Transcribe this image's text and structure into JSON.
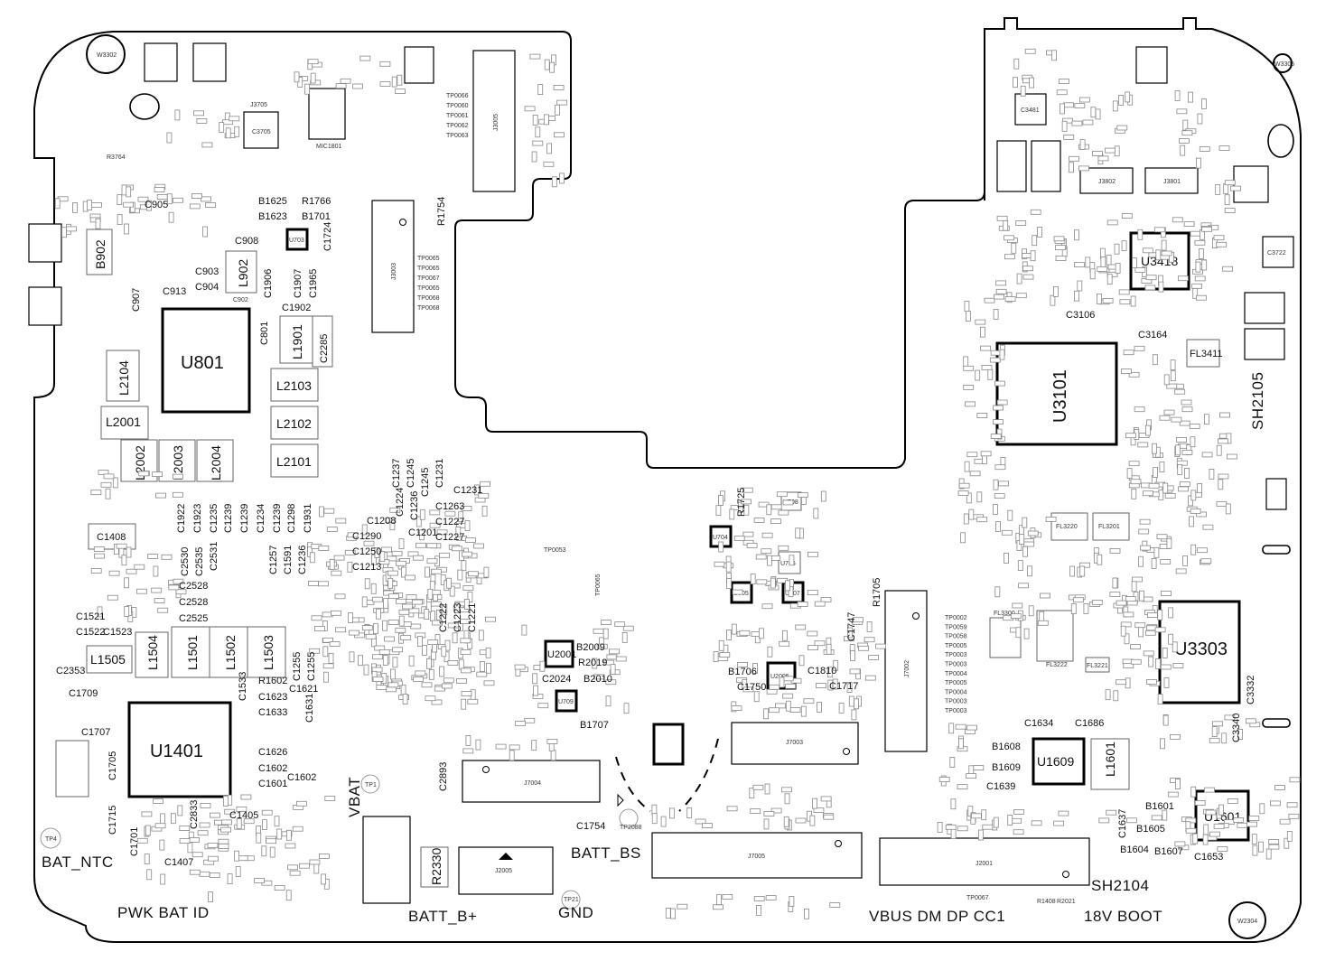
{
  "chips": {
    "u801": "U801",
    "u1401": "U1401",
    "u3101": "U3101",
    "u3303": "U3303",
    "u3418": "U3418",
    "u1609": "U1609",
    "u1601": "U1601",
    "u2001": "U2001",
    "u2005": "U2005"
  },
  "inductors": {
    "l2104": "L2104",
    "l2001": "L2001",
    "l2002": "L2002",
    "l2003": "L2003",
    "l2004": "L2004",
    "l2103": "L2103",
    "l2102": "L2102",
    "l2101": "L2101",
    "l1901": "L1901",
    "l902": "L902",
    "b902": "B902",
    "l1505": "L1505",
    "l1504": "L1504",
    "l1501": "L1501",
    "l1502": "L1502",
    "l1503": "L1503",
    "l1601": "L1601"
  },
  "connectors": {
    "j7004": "J7004",
    "j7005": "J7005",
    "j2005": "J2005",
    "j2001": "J2001",
    "j7003": "J7003",
    "j7002": "J7002",
    "j3005": "J3005",
    "j3003": "J3003"
  },
  "edge_labels": {
    "bat_ntc": "BAT_NTC",
    "pwk_bat_id": "PWK BAT ID",
    "vbat": "VBAT",
    "batt_bs": "BATT_BS",
    "batt_b_plus": "BATT_B+",
    "gnd": "GND",
    "vbus_dm_dp_cc1": "VBUS DM DP CC1",
    "v18_boot": "18V BOOT",
    "sh2104": "SH2104",
    "sh2105": "SH2105"
  },
  "mount_holes": {
    "w3302": "W3302",
    "w2304": "W2304",
    "w3305": "W3305"
  },
  "test_points": {
    "tp4": "TP4",
    "tp1": "TP1",
    "tp21": "TP21",
    "tp2088": "TP2088",
    "tp0053": "TP0053",
    "tp0065": "TP0065",
    "left_group": [
      "TP0066",
      "TP0060",
      "TP0061",
      "TP0062",
      "TP0063"
    ],
    "mid_group": [
      "TP0065",
      "TP0065",
      "TP0067",
      "TP0065",
      "TP0068",
      "TP0068"
    ],
    "right_group": [
      "TP0002",
      "TP0059",
      "TP0058",
      "TP0005",
      "TP0003",
      "TP0003",
      "TP0004",
      "TP0005",
      "TP0004",
      "TP0003",
      "TP0003"
    ]
  },
  "components": {
    "c1408": "C1408",
    "c905": "C905",
    "c908": "C908",
    "c903": "C903",
    "c904": "C904",
    "c907": "C907",
    "c913": "C913",
    "c902": "C902",
    "c801": "C801",
    "c2285": "C2285",
    "b1625": "B1625",
    "b1623": "B1623",
    "r1766": "R1766",
    "b1701": "B1701",
    "c1724": "C1724",
    "r1754": "R1754",
    "c1906": "C1906",
    "c1907": "C1907",
    "c1965": "C1965",
    "c1902": "C1902",
    "c1705": "C1705",
    "c1707": "C1707",
    "c1709": "C1709",
    "c1715": "C1715",
    "c1701": "C1701",
    "c1521": "C1521",
    "c1522": "C1522",
    "c1523": "C1523",
    "c2353": "C2353",
    "c2530": "C2530",
    "c2535": "C2535",
    "c2531": "C2531",
    "c2528": "C2528",
    "c2525": "C2525",
    "c1533": "C1533",
    "r1602": "R1602",
    "c1623": "C1623",
    "c1633": "C1633",
    "c1626": "C1626",
    "c1602": "C1602",
    "c1601": "C1601",
    "c1405": "C1405",
    "c1407": "C1407",
    "c2833": "C2833",
    "c2893": "C2893",
    "r2330": "R2330",
    "c1754": "C1754",
    "b2009": "B2009",
    "r2019": "R2019",
    "b2010": "B2010",
    "c2024": "C2024",
    "b1707": "B1707",
    "b1706": "B1706",
    "c1750": "C1750",
    "c1810": "C1810",
    "c1717": "C1717",
    "c1747": "C1747",
    "r1705": "R1705",
    "r1725": "R1725",
    "u709": "U709",
    "u705": "U705",
    "u707": "U707",
    "u704": "U704",
    "u706": "U706",
    "u708": "U708",
    "u703": "U703",
    "c1208": "C1208",
    "c1290": "C1290",
    "c1250": "C1250",
    "c1213": "C1213",
    "c1201": "C1201",
    "c1227": "C1227",
    "c1263": "C1263",
    "c1231": "C1231",
    "c1237": "C1237",
    "c1245": "C1245",
    "c1224": "C1224",
    "c1236": "C1236",
    "c1257": "C1257",
    "c1591": "C1591",
    "c1255": "C1255",
    "c1621": "C1621",
    "c1631": "C1631",
    "c1222": "C1222",
    "c1223": "C1223",
    "c1221": "C1221",
    "c1634": "C1634",
    "c1686": "C1686",
    "b1608": "B1608",
    "b1609": "B1609",
    "c1639": "C1639",
    "b1601": "B1601",
    "b1605": "B1605",
    "b1604": "B1604",
    "b1607": "B1607",
    "c1653": "C1653",
    "c1637": "C1637",
    "c3164": "C3164",
    "c3106": "C3106",
    "c3332": "C3332",
    "c3340": "C3340",
    "fl3411": "FL3411",
    "fl3220": "FL3220",
    "fl3201": "FL3201",
    "fl3300": "FL3300",
    "fl3222": "FL3222",
    "fl3221": "FL3221",
    "j3802": "J3802",
    "j3801": "J3801",
    "c1922": "C1922",
    "c1923": "C1923",
    "c1235": "C1235",
    "c1239": "C1239",
    "c1234": "C1234",
    "c1298": "C1298",
    "c1931": "C1931",
    "c3705": "C3705",
    "j3705": "J3705",
    "mic1801": "MIC1801",
    "r3764": "R3764",
    "c3481": "C3481",
    "c3722": "C3722",
    "r1408": "R1408",
    "r2021": "R2021",
    "tp0067": "TP0067"
  }
}
